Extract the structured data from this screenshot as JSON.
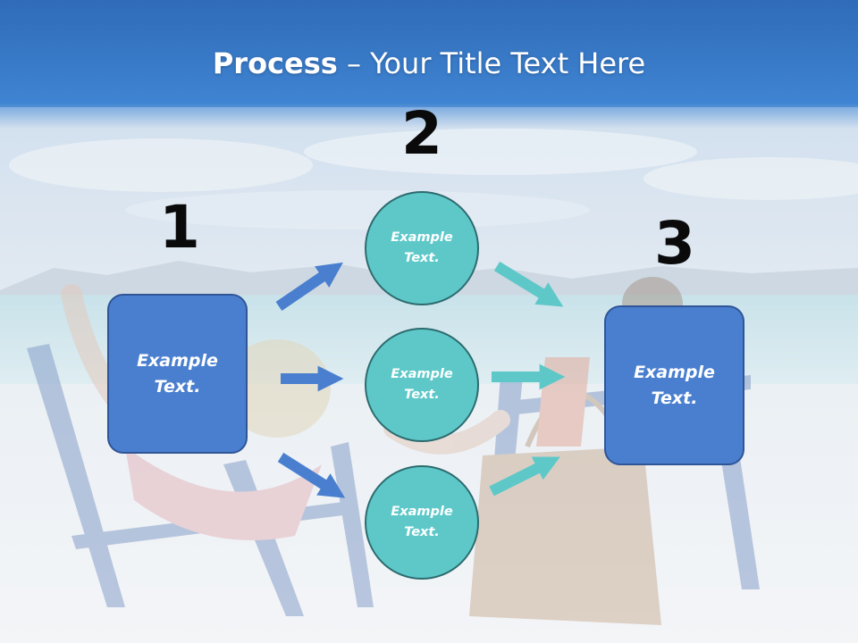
{
  "title": {
    "bold": "Process",
    "rest": " – Your Title Text Here"
  },
  "steps": [
    {
      "number": "1",
      "text": "Example Text."
    },
    {
      "number": "2",
      "items": [
        "Example Text.",
        "Example Text.",
        "Example Text."
      ]
    },
    {
      "number": "3",
      "text": "Example Text."
    }
  ],
  "colors": {
    "box_fill": "#4a7fcf",
    "box_border": "#2f5597",
    "circle_fill": "#5ec8c9",
    "circle_border": "#2c6b6f",
    "arrow_blue": "#4a7fcf",
    "arrow_teal": "#5ec8c9"
  }
}
